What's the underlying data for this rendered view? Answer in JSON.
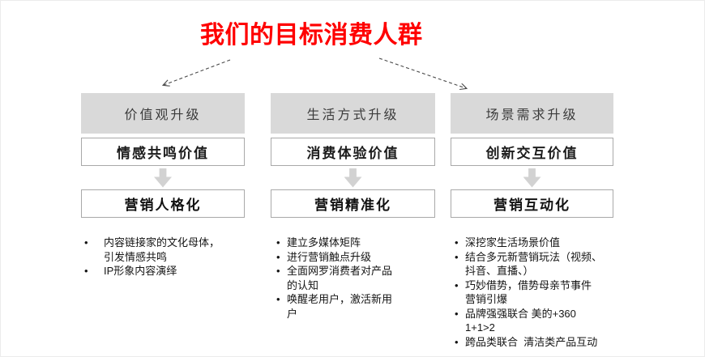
{
  "title": {
    "text": "我们的目标消费人群",
    "color": "#ff0000"
  },
  "colors": {
    "header_fill": "#d9d9d9",
    "box_border": "#a9a9a9",
    "block_arrow_fill": "#d2d2d2",
    "connector_stroke": "#4a4a4a",
    "body_text": "#141414"
  },
  "connectors": [
    {
      "name": "to-left-column",
      "style": "dashed-arrow"
    },
    {
      "name": "to-right-column",
      "style": "dashed-arrow"
    }
  ],
  "columns": [
    {
      "id": "values-upgrade",
      "header": "价值观升级",
      "value_box": "情感共鸣价值",
      "strategy_box": "营销人格化",
      "bullets": [
        "内容链接家的文化母体，\n引发情感共鸣",
        "IP形象内容演绎"
      ]
    },
    {
      "id": "lifestyle-upgrade",
      "header": "生活方式升级",
      "value_box": "消费体验价值",
      "strategy_box": "营销精准化",
      "bullets": [
        "建立多媒体矩阵",
        "进行营销触点升级",
        "全面网罗消费者对产品\n的认知",
        "唤醒老用户，激活新用\n户"
      ]
    },
    {
      "id": "scene-demand-upgrade",
      "header": "场景需求升级",
      "value_box": "创新交互价值",
      "strategy_box": "营销互动化",
      "bullets": [
        "深挖家生活场景价值",
        "结合多元新营销玩法（视频、\n抖音、直播、）",
        "巧妙借势，借势母亲节事件\n营销引爆",
        "品牌强强联合 美的+360\n1+1>2",
        "跨品类联合  清洁类产品互动"
      ]
    }
  ]
}
